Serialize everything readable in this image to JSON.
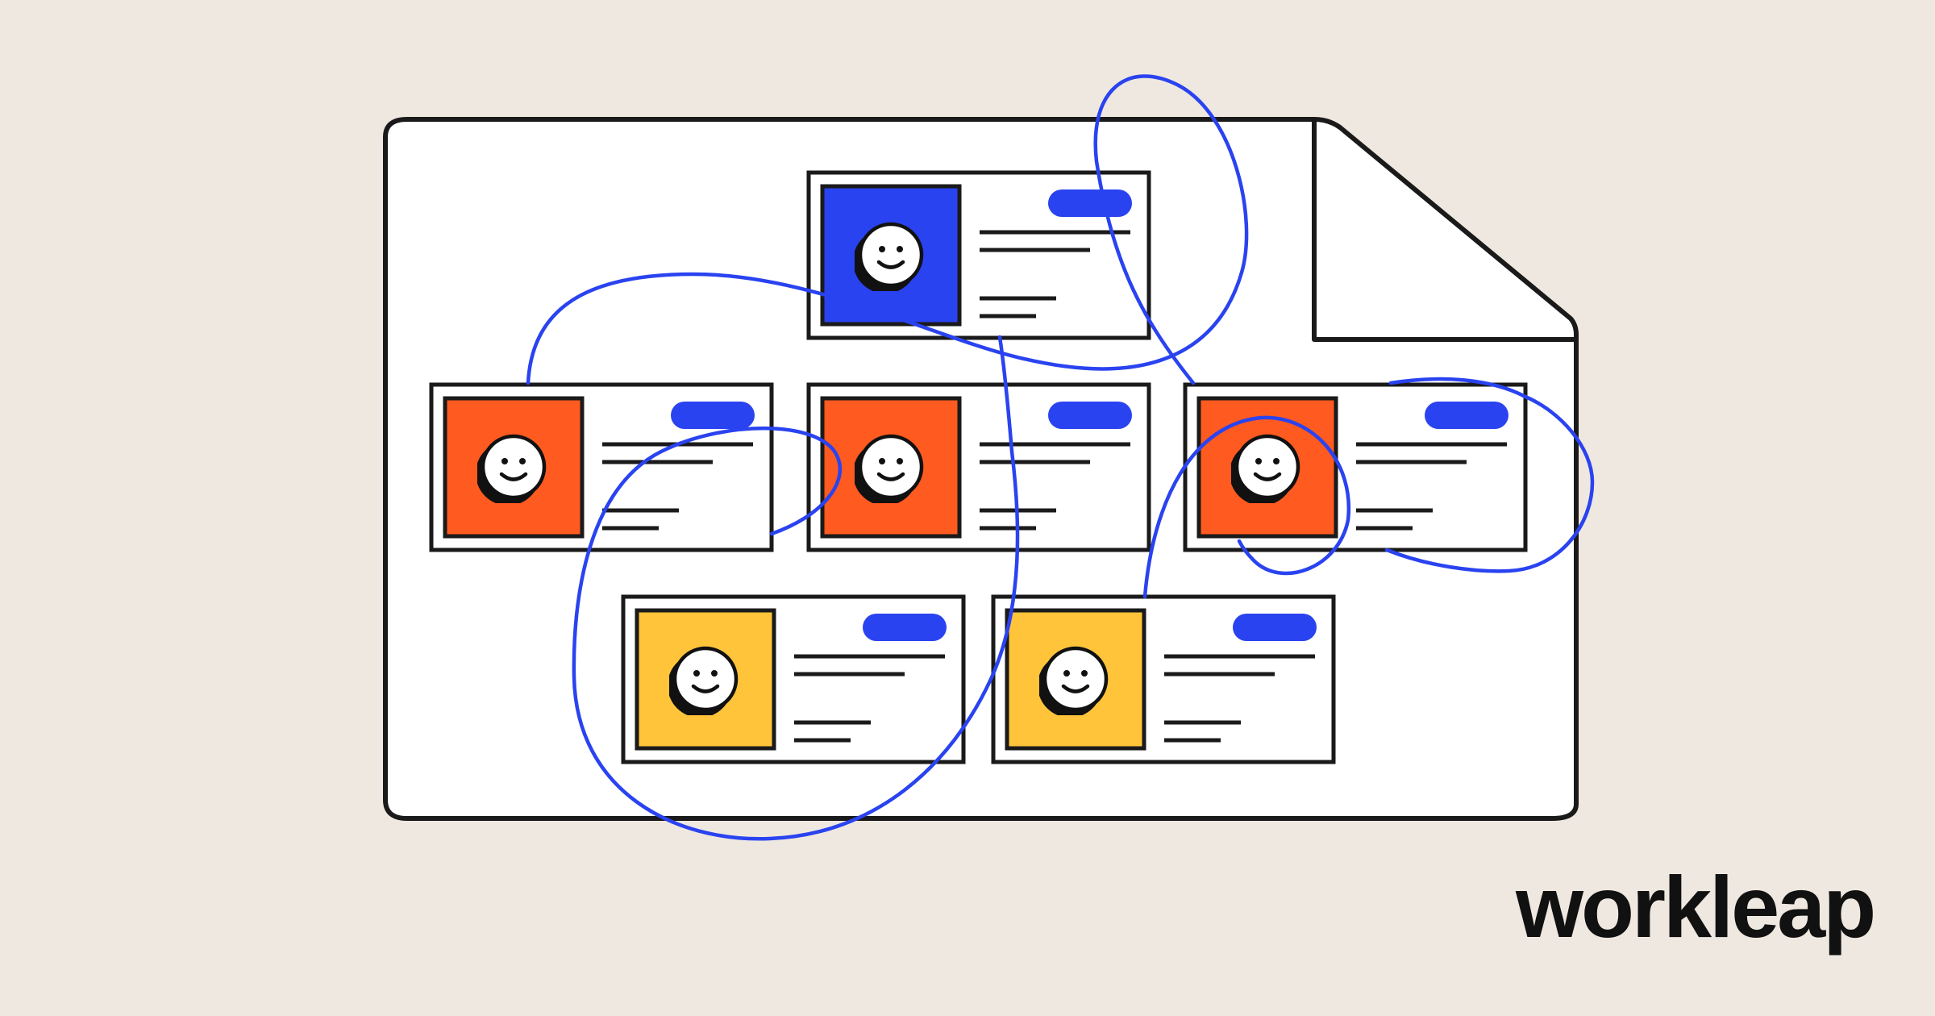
{
  "brand": {
    "name": "workleap"
  },
  "colors": {
    "background": "#EFE8E0",
    "outline": "#1A1A1A",
    "document": "#FFFFFF",
    "connector": "#2A43F0",
    "badge": "#2A43F0",
    "card_top": "#2A43F0",
    "card_middle": "#FF5A1F",
    "card_bottom": "#FFC43A"
  },
  "icons": {
    "avatar": "smiley-face-icon",
    "badge": "pill-badge-icon",
    "document": "folded-document-icon"
  },
  "org_chart": {
    "levels": [
      {
        "level": 1,
        "cards": 1,
        "avatar_color": "#2A43F0"
      },
      {
        "level": 2,
        "cards": 3,
        "avatar_color": "#FF5A1F"
      },
      {
        "level": 3,
        "cards": 2,
        "avatar_color": "#FFC43A"
      }
    ]
  }
}
